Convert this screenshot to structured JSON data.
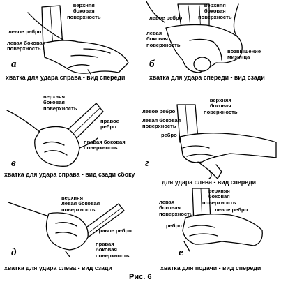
{
  "panels": [
    {
      "letter": "а",
      "caption": "хватка для удара справа - вид спереди",
      "labels": [
        "верхняя\nбоковая\nповерхность",
        "левое ребро",
        "левая боковая\nповерхность"
      ]
    },
    {
      "letter": "б",
      "caption": "хватка для удара спереди - вид сзади",
      "labels": [
        "верхняя\nбоковая\nповерхность",
        "левое ребро",
        "левая\nбоковая\nповерхность",
        "возвышение\nмизинца"
      ]
    },
    {
      "letter": "в",
      "caption": "хватка для удара справа - вид сзади сбоку",
      "labels": [
        "верхняя\nбоковая\nповерхность",
        "правое\nребро",
        "правая боковая\nповерхность"
      ]
    },
    {
      "letter": "г",
      "caption": "для удара слева - вид спереди",
      "labels": [
        "левое ребро",
        "верхняя\nбоковая\nповерхность",
        "левая боковая\nповерхность",
        "ребро"
      ]
    },
    {
      "letter": "д",
      "caption": "хватка для удара слева - вид сзади",
      "labels": [
        "верхняя\nлевая боковая\nповерхность",
        "правое ребро",
        "правая\nбоковая\nповерхность"
      ]
    },
    {
      "letter": "е",
      "caption": "хватка для подачи - вид спереди",
      "labels": [
        "верхняя\nбоковая\nповерхность",
        "левая\nбоковая\nповерхность",
        "левое ребро",
        "ребро"
      ]
    }
  ],
  "figure_title": "Рис. 6"
}
